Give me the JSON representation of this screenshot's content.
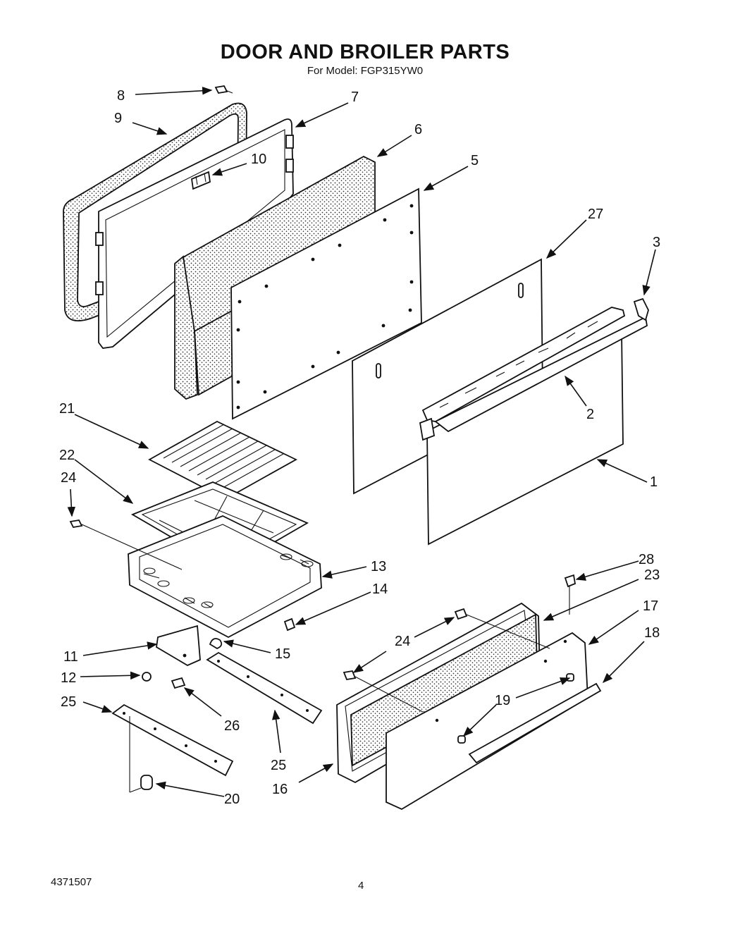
{
  "header": {
    "title": "DOOR AND BROILER PARTS",
    "subtitle": "For Model: FGP315YW0"
  },
  "footer": {
    "doc_number": "4371507",
    "page_number": "4"
  },
  "callouts": {
    "c1": "1",
    "c2": "2",
    "c3": "3",
    "c5": "5",
    "c6": "6",
    "c7": "7",
    "c8": "8",
    "c9": "9",
    "c10": "10",
    "c11": "11",
    "c12": "12",
    "c13": "13",
    "c14": "14",
    "c15": "15",
    "c16": "16",
    "c17": "17",
    "c18": "18",
    "c19": "19",
    "c20": "20",
    "c21": "21",
    "c22": "22",
    "c23": "23",
    "c24a": "24",
    "c24b": "24",
    "c25a": "25",
    "c25b": "25",
    "c26": "26",
    "c27": "27",
    "c28": "28"
  }
}
